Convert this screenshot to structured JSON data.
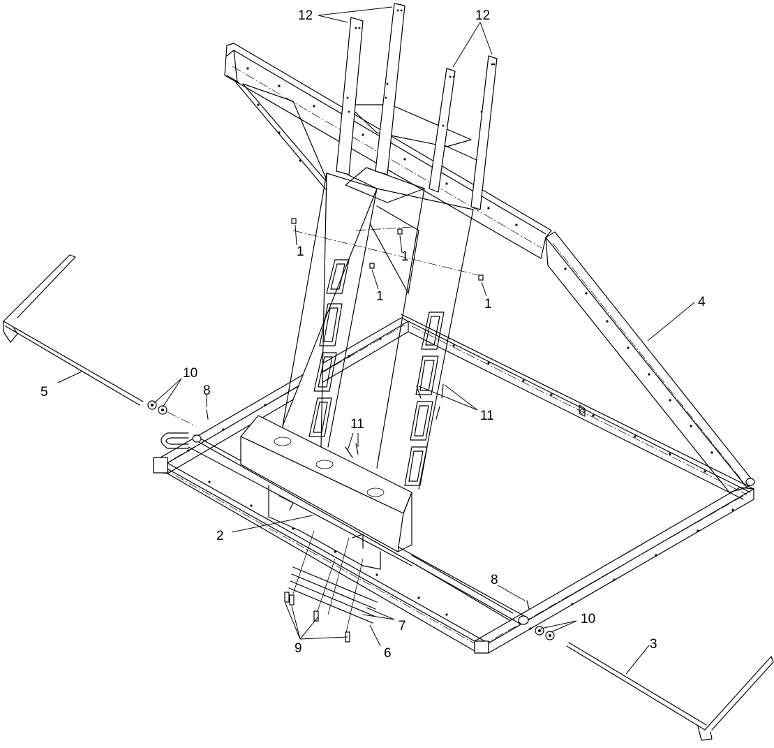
{
  "callouts": [
    {
      "id": "c1a",
      "text": "1"
    },
    {
      "id": "c1b",
      "text": "1"
    },
    {
      "id": "c1c",
      "text": "1"
    },
    {
      "id": "c1d",
      "text": "1"
    },
    {
      "id": "c2",
      "text": "2"
    },
    {
      "id": "c3",
      "text": "3"
    },
    {
      "id": "c4",
      "text": "4"
    },
    {
      "id": "c5",
      "text": "5"
    },
    {
      "id": "c6",
      "text": "6"
    },
    {
      "id": "c7",
      "text": "7"
    },
    {
      "id": "c8a",
      "text": "8"
    },
    {
      "id": "c8b",
      "text": "8"
    },
    {
      "id": "c9",
      "text": "9"
    },
    {
      "id": "c10a",
      "text": "10"
    },
    {
      "id": "c10b",
      "text": "10"
    },
    {
      "id": "c11a",
      "text": "11"
    },
    {
      "id": "c11b",
      "text": "11"
    },
    {
      "id": "c12a",
      "text": "12"
    },
    {
      "id": "c12b",
      "text": "12"
    }
  ]
}
